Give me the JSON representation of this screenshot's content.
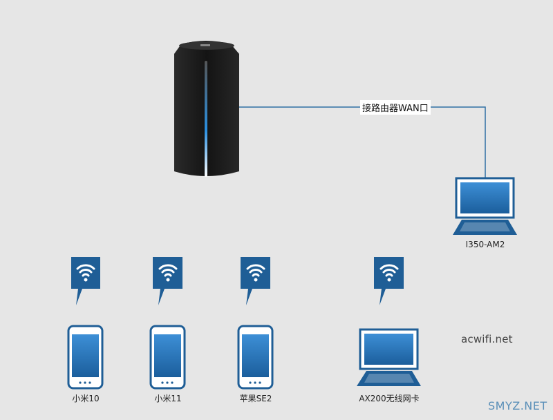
{
  "connection": {
    "label": "接路由器WAN口"
  },
  "pc": {
    "label": "I350-AM2"
  },
  "wifi_clients": [
    {
      "label": "小米10",
      "device": "phone-icon"
    },
    {
      "label": "小米11",
      "device": "phone-icon"
    },
    {
      "label": "苹果SE2",
      "device": "phone-icon"
    },
    {
      "label": "AX200无线网卡",
      "device": "laptop-icon"
    }
  ],
  "watermarks": {
    "site": "acwifi.net",
    "corner": "SMYZ.NET"
  },
  "colors": {
    "background": "#e6e6e6",
    "line": "#2f6fa3",
    "icon_blue": "#1f5e96",
    "router": "#1a1a1a",
    "router_led": "#2a8fe0"
  }
}
